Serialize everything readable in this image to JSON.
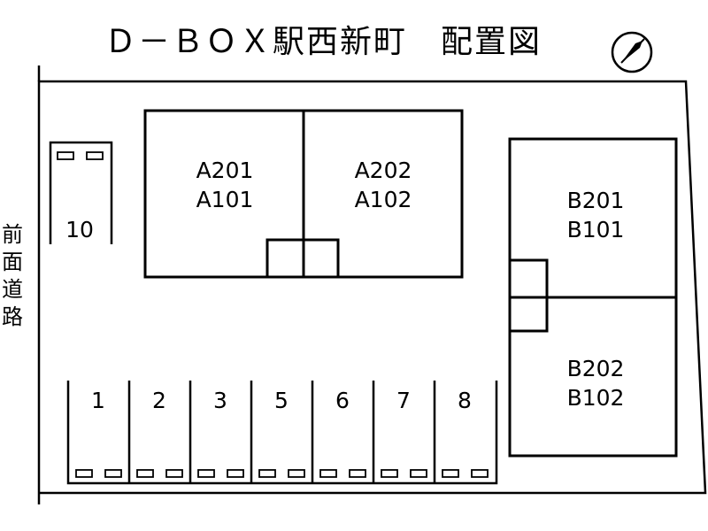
{
  "title": "Ｄ－ＢＯＸ駅西新町　配置図",
  "road_label": "前面道路",
  "compass": {
    "icon": "north-arrow-icon"
  },
  "building_a": {
    "units_left": [
      "A201",
      "A101"
    ],
    "units_right": [
      "A202",
      "A102"
    ]
  },
  "building_b": {
    "units_top": [
      "B201",
      "B101"
    ],
    "units_bottom": [
      "B202",
      "B102"
    ]
  },
  "parking": {
    "spaces": [
      "1",
      "2",
      "3",
      "5",
      "6",
      "7",
      "8"
    ],
    "side_space": "10"
  }
}
